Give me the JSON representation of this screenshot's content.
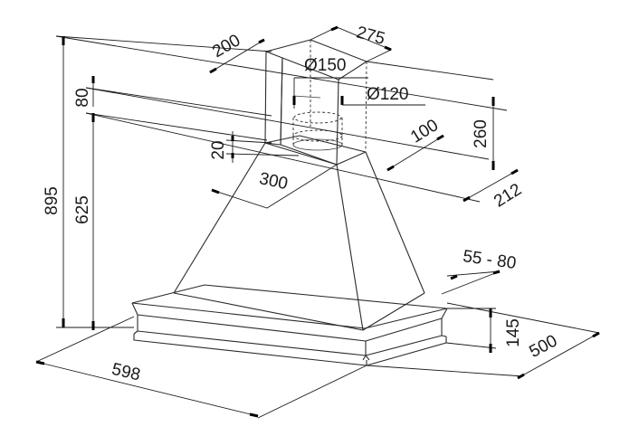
{
  "dimensions": {
    "overall_height": "895",
    "chimney_height_min": "80",
    "canopy_height": "625",
    "chimney_depth": "200",
    "chimney_width": "275",
    "outlet_diameter_large": "Ø150",
    "outlet_diameter_small": "Ø120",
    "chimney_height": "260",
    "chimney_offset": "100",
    "chimney_to_wall": "212",
    "collar_height": "20",
    "outlet_span": "300",
    "rim_projection": "55 - 80",
    "rim_height": "145",
    "hood_depth": "500",
    "hood_width": "598"
  },
  "colors": {
    "line": "#2b2b2b",
    "tick": "#000000",
    "background": "#ffffff"
  }
}
